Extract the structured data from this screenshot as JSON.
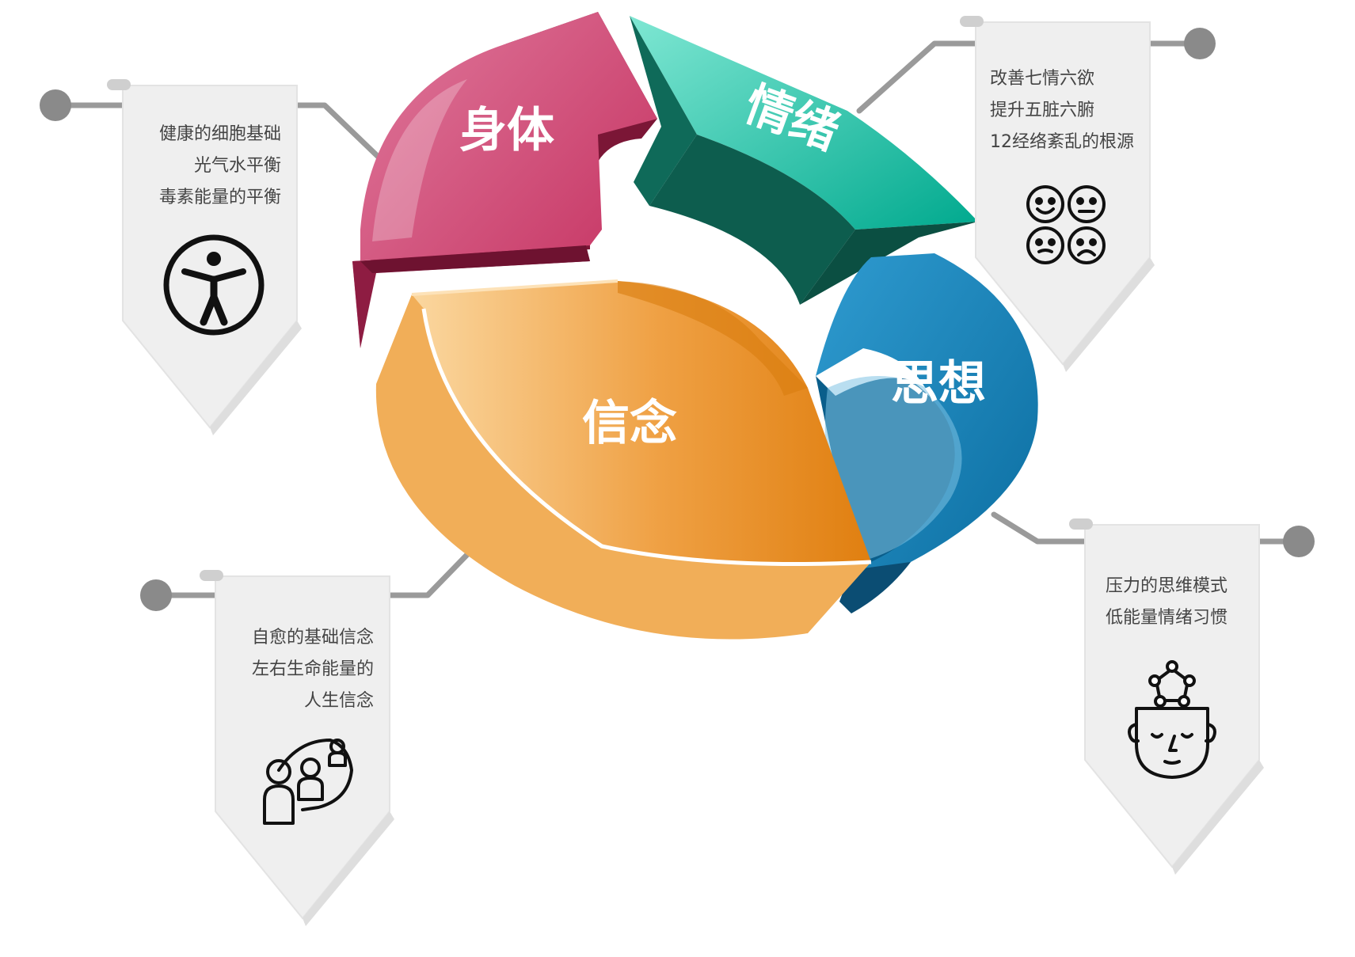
{
  "cycle": {
    "segments": [
      {
        "label": "身体",
        "color": "#c8335f"
      },
      {
        "label": "情绪",
        "color": "#12b89c"
      },
      {
        "label": "思想",
        "color": "#0b74a8"
      },
      {
        "label": "信念",
        "color": "#e8921e"
      }
    ]
  },
  "banners": {
    "body": {
      "lines": [
        "健康的细胞基础",
        "光气水平衡",
        "毒素能量的平衡"
      ],
      "icon": "accessibility-person-icon"
    },
    "emotion": {
      "lines": [
        "改善七情六欲",
        "提升五脏六腑",
        "12经络紊乱的根源"
      ],
      "icon": "emotion-faces-icon"
    },
    "belief": {
      "lines": [
        "自愈的基础信念",
        "左右生命能量的",
        "人生信念"
      ],
      "icon": "people-group-icon"
    },
    "thought": {
      "lines": [
        "压力的思维模式",
        "低能量情绪习惯"
      ],
      "icon": "mind-head-icon"
    }
  }
}
